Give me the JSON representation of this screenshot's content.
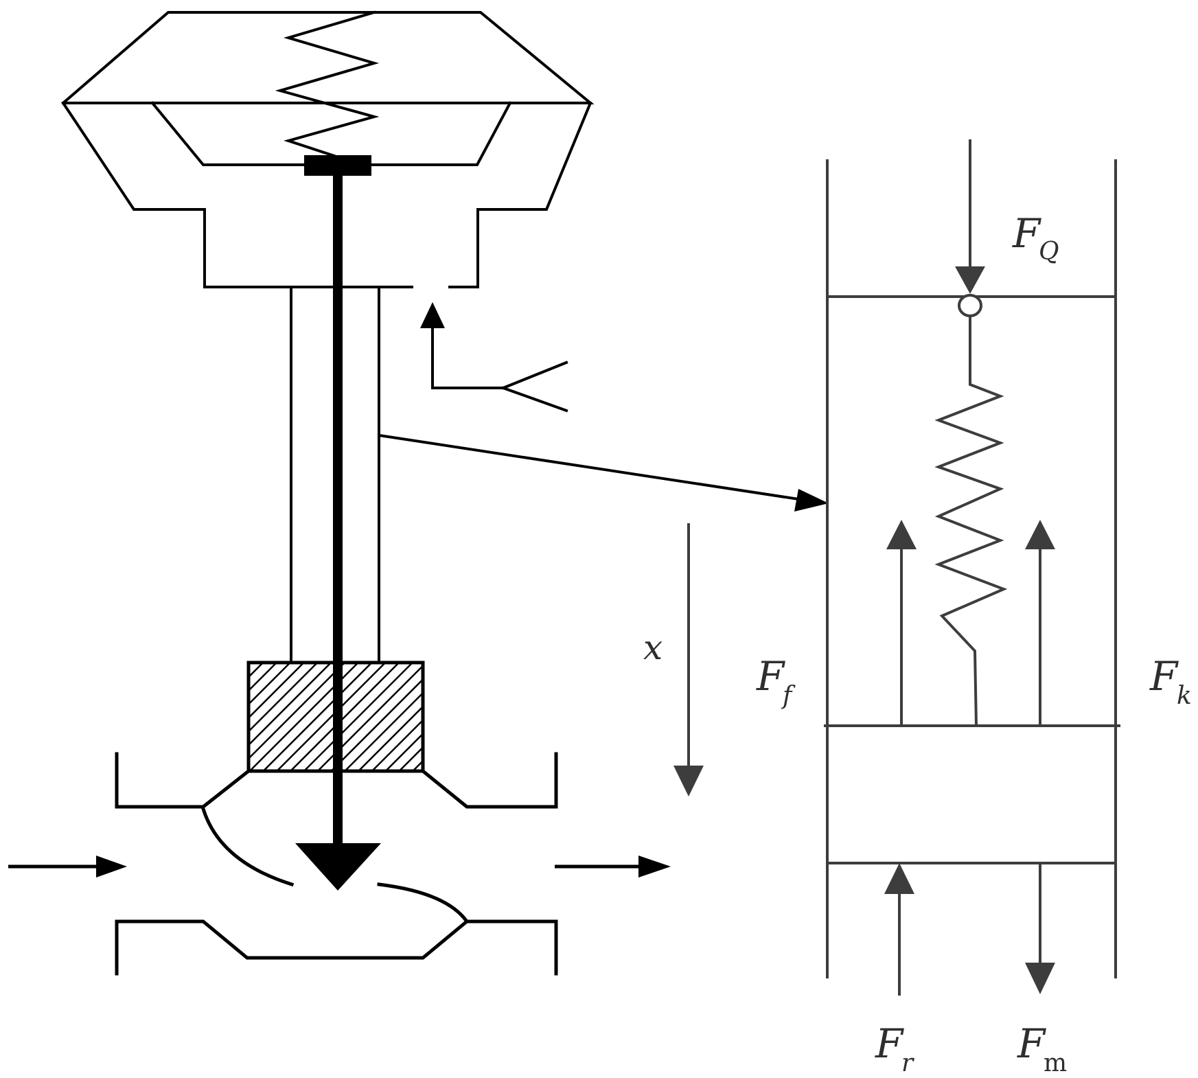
{
  "labels": {
    "x": "x",
    "FQ": {
      "main": "F",
      "sub": "Q"
    },
    "Ff": {
      "main": "F",
      "sub": "f"
    },
    "Fk": {
      "main": "F",
      "sub": "k"
    },
    "Fr": {
      "main": "F",
      "sub": "r"
    },
    "Fm": {
      "main": "F",
      "sub": "m"
    }
  },
  "colors": {
    "valve": "#000000",
    "free_body": "#3d3d3d",
    "text": "#2e2e2e"
  },
  "icons": [
    "spring-icon",
    "arrow-icon",
    "hatched-plug-icon",
    "pivot-circle-icon"
  ]
}
